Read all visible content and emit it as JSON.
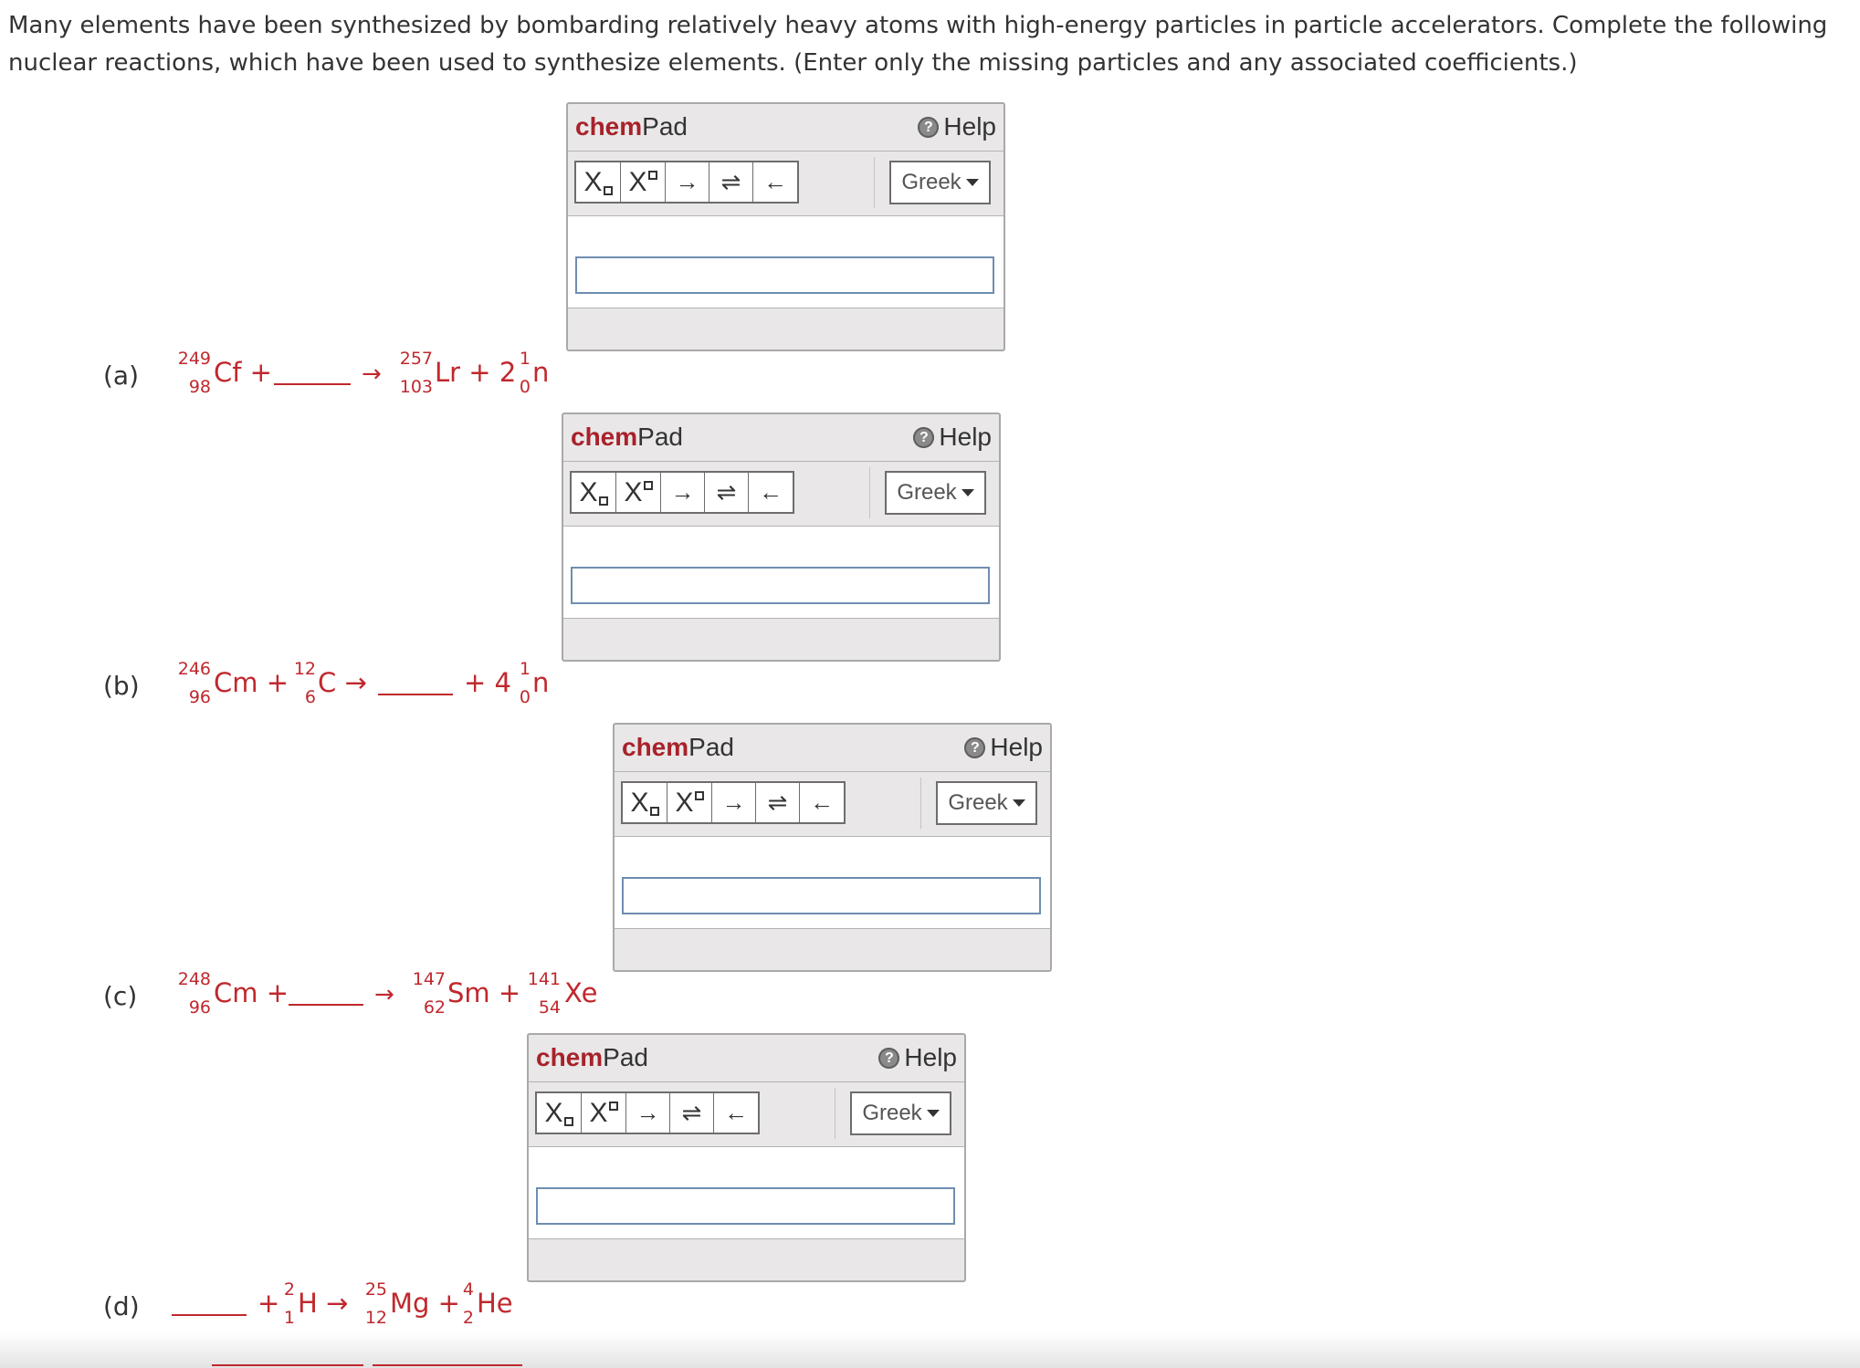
{
  "intro": "Many elements have been synthesized by bombarding relatively heavy atoms with high-energy particles in particle accelerators. Complete the following nuclear reactions, which have been used to synthesize elements. (Enter only the missing particles and any associated coefficients.)",
  "chempad": {
    "brand": "chem",
    "title_rest": "Pad",
    "help_label": "Help",
    "greek_label": "Greek",
    "tools": {
      "subscript": "X",
      "superscript": "X",
      "arrow": "→",
      "equilibrium": "⇌",
      "back_arrow": "←"
    }
  },
  "problems": {
    "a": {
      "label": "(a)",
      "r1": {
        "mass": "249",
        "atomic": "98",
        "symbol": "Cf +"
      },
      "arrow": "→",
      "p1": {
        "mass": "257",
        "atomic": "103",
        "symbol": "Lr + 2"
      },
      "p2": {
        "mass": "1",
        "atomic": "0",
        "symbol": "n"
      }
    },
    "b": {
      "label": "(b)",
      "r1": {
        "mass": "246",
        "atomic": "96",
        "symbol": "Cm +"
      },
      "r2": {
        "mass": "12",
        "atomic": "6",
        "symbol": "C →"
      },
      "p1": {
        "prefix": "+ 4",
        "mass": "1",
        "atomic": "0",
        "symbol": "n"
      }
    },
    "c": {
      "label": "(c)",
      "r1": {
        "mass": "248",
        "atomic": "96",
        "symbol": "Cm +"
      },
      "arrow": "→",
      "p1": {
        "mass": "147",
        "atomic": "62",
        "symbol": "Sm +"
      },
      "p2": {
        "mass": "141",
        "atomic": "54",
        "symbol": "Xe"
      }
    },
    "d": {
      "label": "(d)",
      "r2": {
        "prefix": "+",
        "mass": "2",
        "atomic": "1",
        "symbol": "H →"
      },
      "p1": {
        "mass": "25",
        "atomic": "12",
        "symbol": "Mg +"
      },
      "p2": {
        "mass": "4",
        "atomic": "2",
        "symbol": "He"
      }
    }
  },
  "inputs": {
    "a": {
      "value": ""
    },
    "b": {
      "value": ""
    },
    "c": {
      "value": ""
    },
    "d": {
      "value": ""
    }
  }
}
